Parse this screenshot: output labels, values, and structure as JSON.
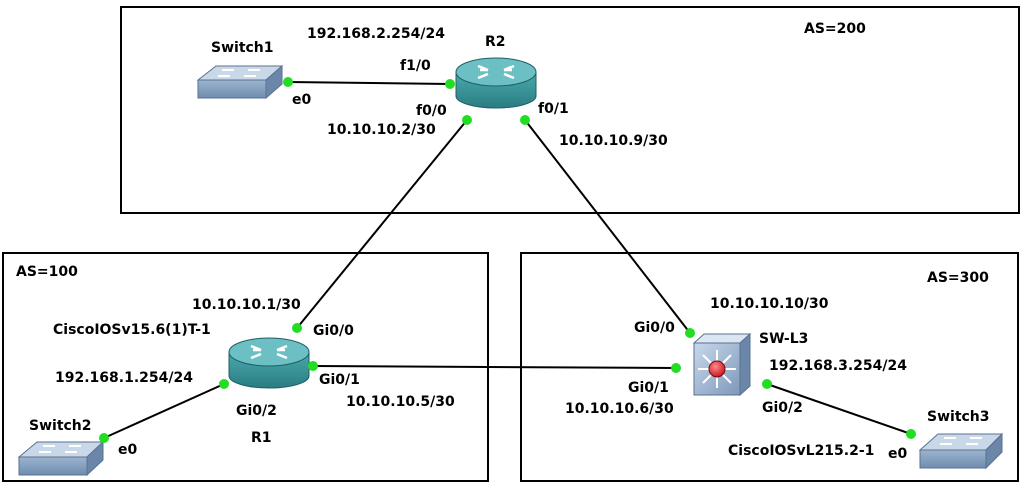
{
  "areas": {
    "as200": "AS=200",
    "as100": "AS=100",
    "as300": "AS=300"
  },
  "devices": {
    "r2": {
      "name": "R2"
    },
    "r1": {
      "name": "R1",
      "model": "CiscoIOSv15.6(1)T-1"
    },
    "swl3": {
      "name": "SW-L3",
      "model": "CiscoIOSvL215.2-1"
    },
    "switch1": {
      "name": "Switch1"
    },
    "switch2": {
      "name": "Switch2"
    },
    "switch3": {
      "name": "Switch3"
    }
  },
  "interfaces": {
    "sw1_e0": "e0",
    "r2_f1_0": "f1/0",
    "r2_f0_0": "f0/0",
    "r2_f0_1": "f0/1",
    "r1_gi0_0": "Gi0/0",
    "r1_gi0_1": "Gi0/1",
    "r1_gi0_2": "Gi0/2",
    "sw2_e0": "e0",
    "swl3_gi0_0": "Gi0/0",
    "swl3_gi0_1": "Gi0/1",
    "swl3_gi0_2": "Gi0/2",
    "sw3_e0": "e0"
  },
  "addresses": {
    "r2_f1_0": "192.168.2.254/24",
    "r2_f0_0": "10.10.10.2/30",
    "r2_f0_1": "10.10.10.9/30",
    "r1_gi0_0": "10.10.10.1/30",
    "r1_gi0_2": "192.168.1.254/24",
    "r1_gi0_1": "10.10.10.5/30",
    "swl3_gi0_0": "10.10.10.10/30",
    "swl3_gi0_1": "10.10.10.6/30",
    "swl3_gi0_2": "192.168.3.254/24"
  },
  "colors": {
    "port": "#22dd22",
    "router_body": "#3b9a9e",
    "router_top": "#5fb8bb",
    "switch_body": "#8fa9c6",
    "switch_top": "#c3d4e6",
    "l3_center": "#e0303a"
  }
}
